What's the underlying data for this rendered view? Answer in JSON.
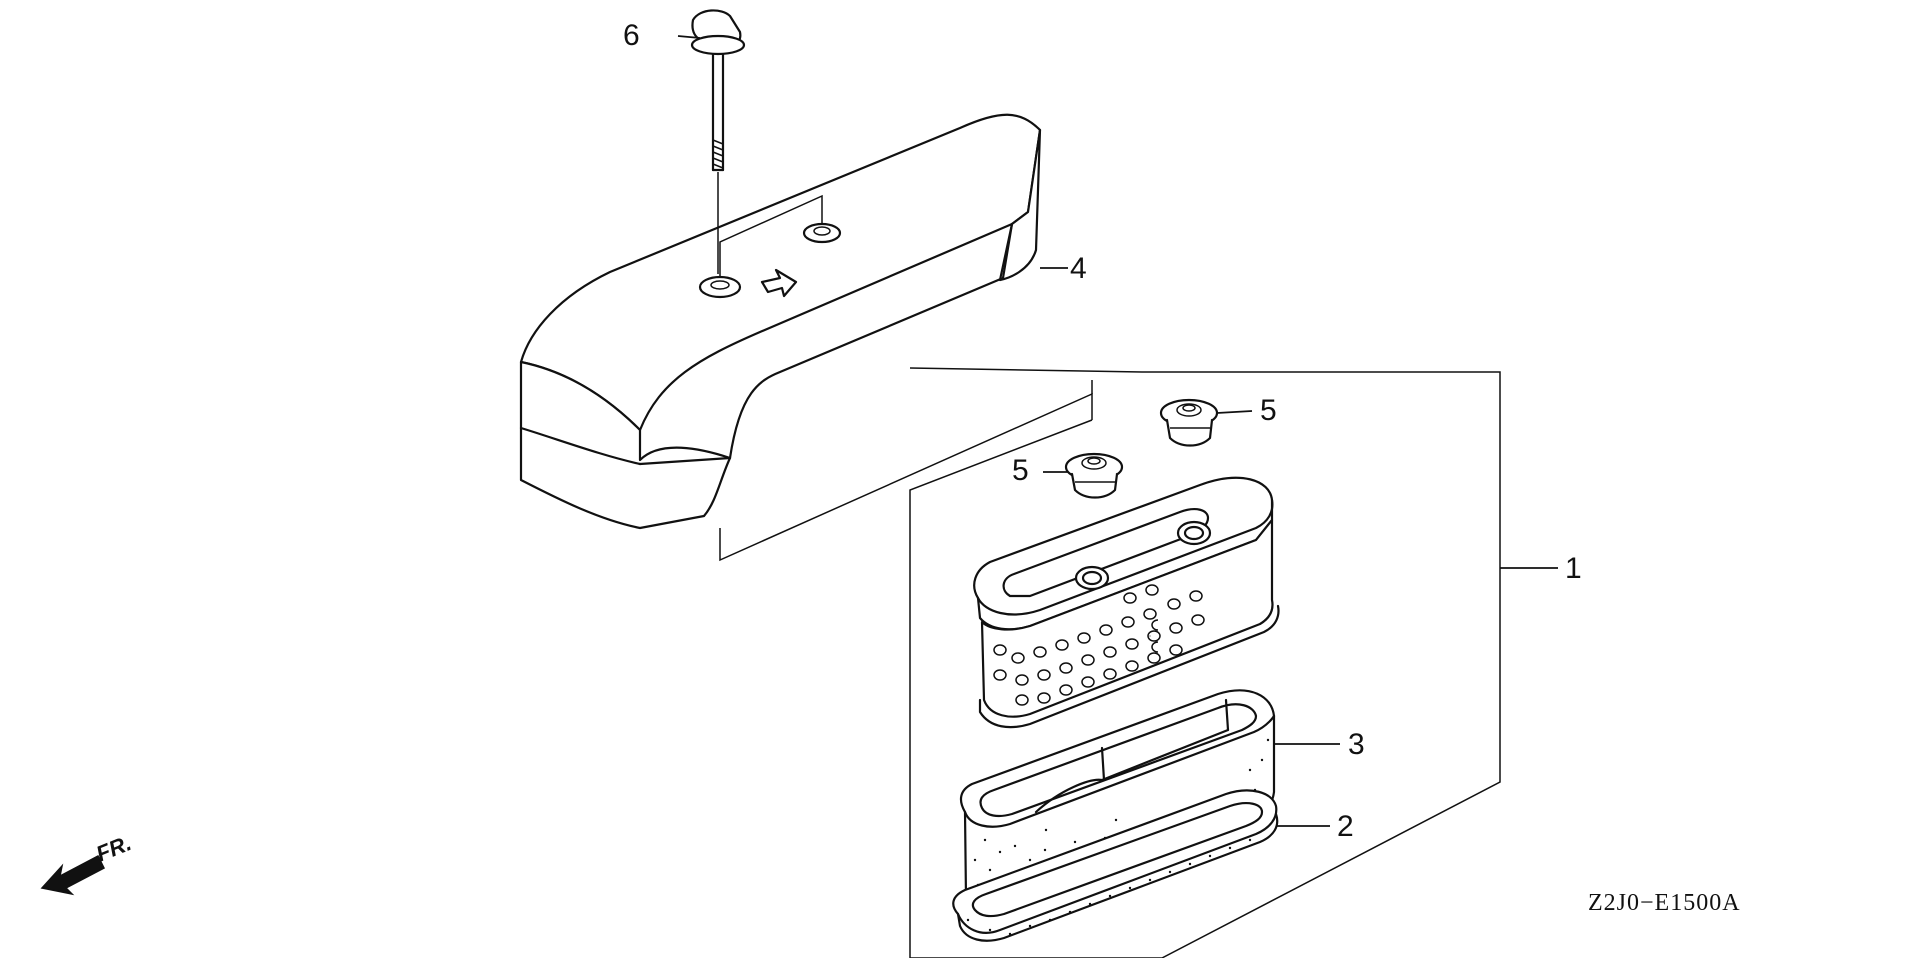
{
  "diagram": {
    "drawing_code": "Z2J0−E1500A",
    "direction_label": "FR.",
    "callouts": [
      {
        "id": "1",
        "label": "1"
      },
      {
        "id": "2",
        "label": "2"
      },
      {
        "id": "3",
        "label": "3"
      },
      {
        "id": "4",
        "label": "4"
      },
      {
        "id": "5a",
        "label": "5"
      },
      {
        "id": "5b",
        "label": "5"
      },
      {
        "id": "6",
        "label": "6"
      }
    ]
  }
}
